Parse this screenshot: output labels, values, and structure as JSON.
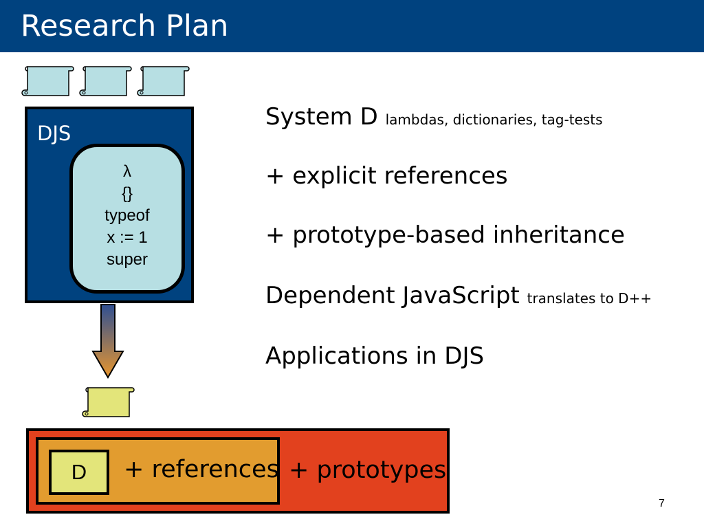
{
  "header": {
    "title": "Research Plan"
  },
  "djs_box": {
    "label": "DJS",
    "core_items": [
      "λ",
      "{}",
      "typeof",
      "x := 1",
      "super"
    ]
  },
  "bottom_box": {
    "inner_label": "D",
    "middle_label": "+ references",
    "outer_label": "+ prototypes"
  },
  "bullets": [
    {
      "main": "System D",
      "small": "lambdas, dictionaries, tag-tests"
    },
    {
      "main": "+ explicit references",
      "small": ""
    },
    {
      "main": "+ prototype-based inheritance",
      "small": ""
    },
    {
      "main": "Dependent JavaScript",
      "small": "translates to D++"
    },
    {
      "main": "Applications in DJS",
      "small": ""
    }
  ],
  "page_number": "7",
  "colors": {
    "header_bg": "#00427f",
    "djs_bg": "#00427f",
    "core_bg": "#b7dfe3",
    "scroll_blue": "#b7dfe3",
    "scroll_yellow": "#e3e57a",
    "bottom_outer": "#e2411e",
    "bottom_mid": "#e29c2f",
    "bottom_inner": "#e3e57a"
  },
  "icons": [
    "scroll-icon",
    "arrow-down-icon"
  ]
}
